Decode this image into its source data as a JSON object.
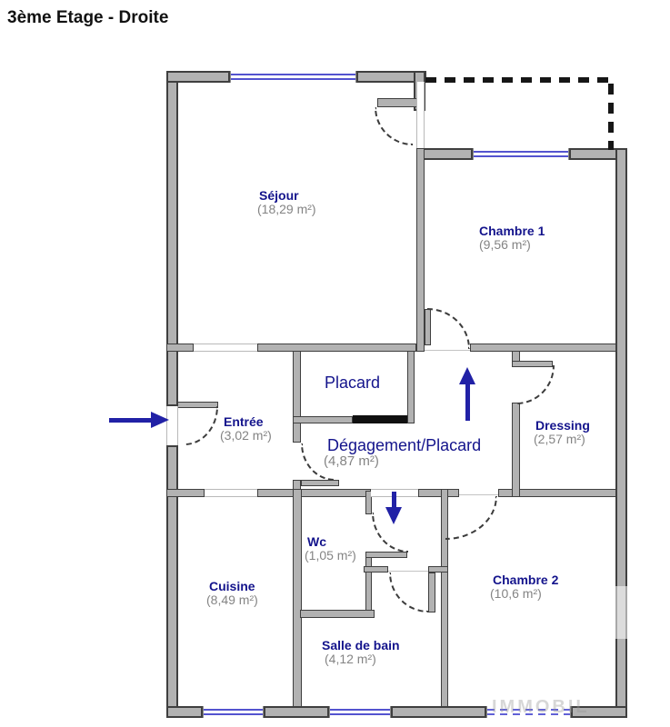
{
  "title": "3ème Etage - Droite",
  "floor_plan": {
    "rooms": [
      {
        "name": "Séjour",
        "area": "(18,29 m²)"
      },
      {
        "name": "Chambre 1",
        "area": "(9,56 m²)"
      },
      {
        "name": "Placard",
        "area": ""
      },
      {
        "name": "Entrée",
        "area": "(3,02 m²)"
      },
      {
        "name": "Dégagement/Placard",
        "area": "(4,87 m²)"
      },
      {
        "name": "Dressing",
        "area": "(2,57 m²)"
      },
      {
        "name": "Wc",
        "area": "(1,05 m²)"
      },
      {
        "name": "Cuisine",
        "area": "(8,49 m²)"
      },
      {
        "name": "Chambre 2",
        "area": "(10,6 m²)"
      },
      {
        "name": "Salle de bain",
        "area": "(4,12 m²)"
      }
    ],
    "watermark": "IMMOBIL",
    "colors": {
      "room_label": "#14148c",
      "area_label": "#848484",
      "wall_fill": "#b2b2b2",
      "wall_edge": "#3f3f3f",
      "window_blue": "#5353cf",
      "arrow_blue": "#2121a6"
    }
  }
}
